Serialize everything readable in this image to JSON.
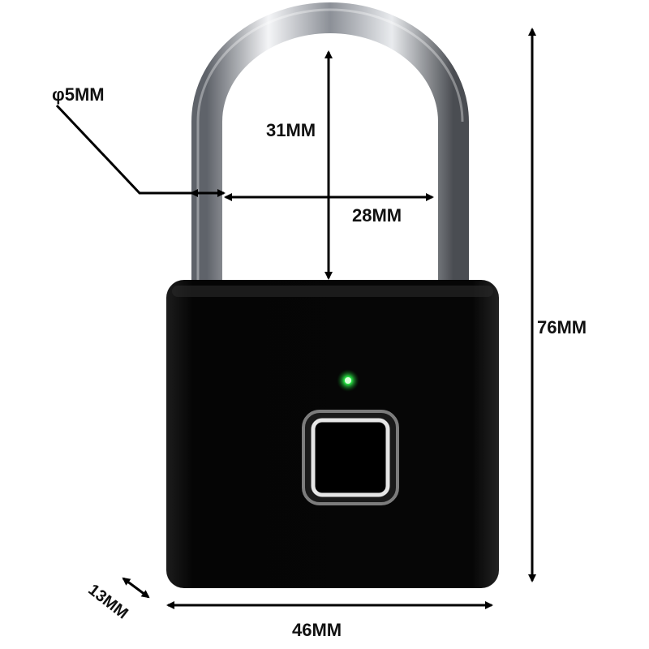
{
  "product": {
    "description_icon": "fingerprint-padlock",
    "led_color": "#22e03a",
    "body_color": "#0b0b0b",
    "shackle_color": "#c9ccd1"
  },
  "dimensions": {
    "shackle_diameter": "φ5MM",
    "inner_height": "31MM",
    "inner_width": "28MM",
    "total_height": "76MM",
    "body_width": "46MM",
    "depth": "13MM"
  }
}
